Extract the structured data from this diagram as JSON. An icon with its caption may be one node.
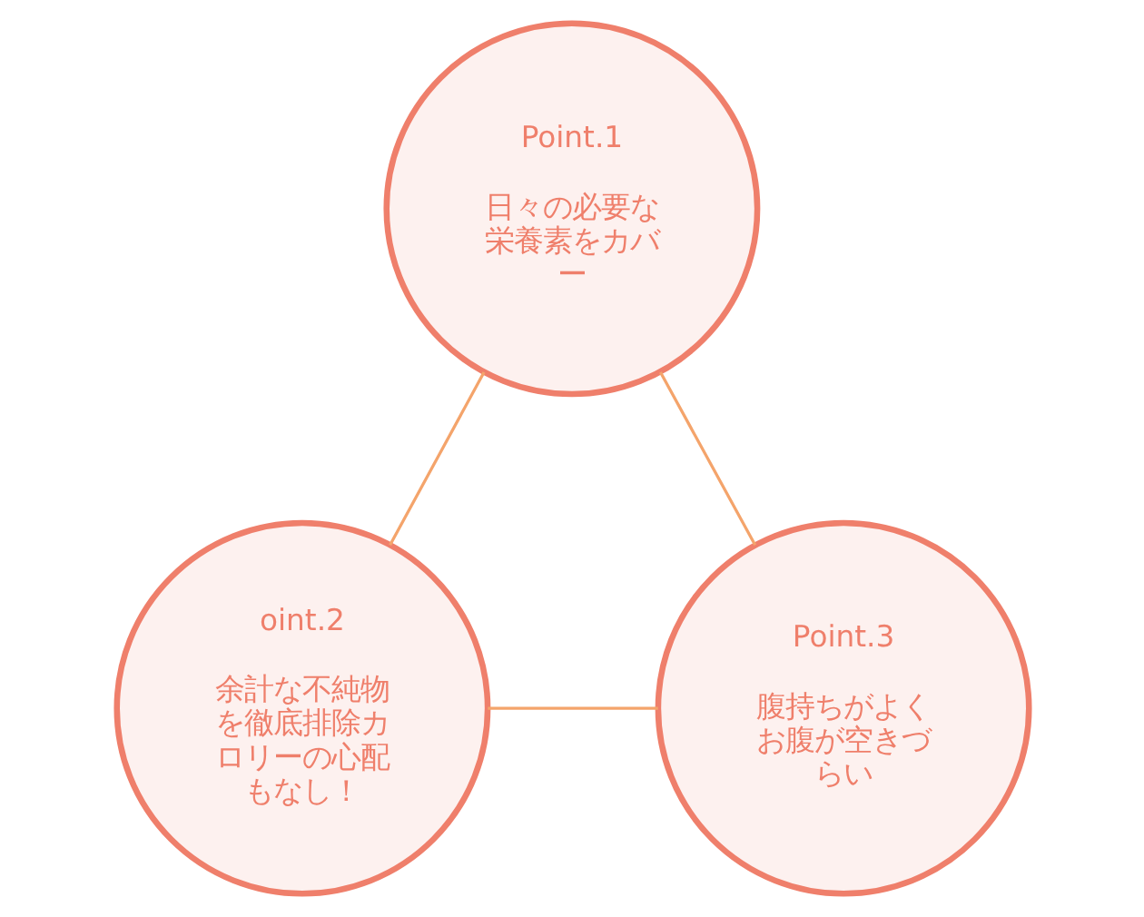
{
  "diagram": {
    "nodes": [
      {
        "text": [
          "Point.1",
          "日々の必要な栄養素をカバー"
        ]
      },
      {
        "text": [
          "oint.2",
          "余計な不純物を徹底排除カロリーの心配もなし！"
        ]
      },
      {
        "text": [
          "Point.3",
          "腹持ちがよくお腹が空きづらい"
        ]
      }
    ],
    "edges": [
      {
        "from": 0,
        "to": 1,
        "arrow": "none"
      },
      {
        "from": 0,
        "to": 2,
        "arrow": "none"
      },
      {
        "from": 1,
        "to": 2,
        "arrow": "none"
      }
    ]
  }
}
